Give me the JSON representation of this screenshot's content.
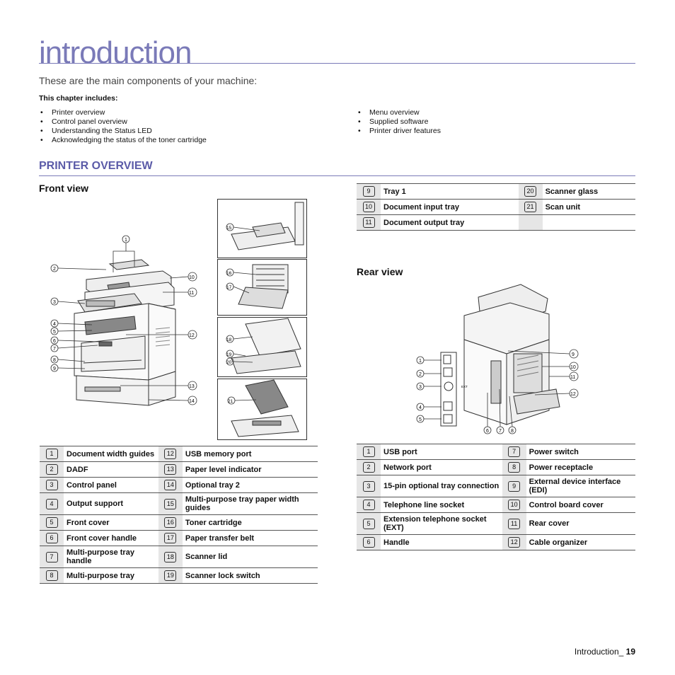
{
  "page": {
    "title": "introduction",
    "subtitle": "These are the main components of your machine:",
    "chapter_heading": "This chapter includes:",
    "chapter_items_left": [
      "Printer overview",
      "Control panel overview",
      "Understanding the Status LED",
      "Acknowledging the status of the toner cartridge"
    ],
    "chapter_items_right": [
      "Menu overview",
      "Supplied software",
      "Printer driver features"
    ],
    "section_title": "PRINTER OVERVIEW",
    "front_view_heading": "Front view",
    "rear_view_heading": "Rear view",
    "footer_text": "Introduction_",
    "footer_page": "19"
  },
  "front_table": [
    {
      "n1": "1",
      "l1": "Document width guides",
      "n2": "12",
      "l2": "USB memory port"
    },
    {
      "n1": "2",
      "l1": "DADF",
      "n2": "13",
      "l2": "Paper level indicator"
    },
    {
      "n1": "3",
      "l1": "Control panel",
      "n2": "14",
      "l2": "Optional tray 2"
    },
    {
      "n1": "4",
      "l1": "Output support",
      "n2": "15",
      "l2": "Multi-purpose tray paper width guides"
    },
    {
      "n1": "5",
      "l1": "Front cover",
      "n2": "16",
      "l2": "Toner cartridge"
    },
    {
      "n1": "6",
      "l1": "Front cover handle",
      "n2": "17",
      "l2": "Paper transfer belt"
    },
    {
      "n1": "7",
      "l1": "Multi-purpose tray handle",
      "n2": "18",
      "l2": "Scanner lid"
    },
    {
      "n1": "8",
      "l1": "Multi-purpose tray",
      "n2": "19",
      "l2": "Scanner lock switch"
    }
  ],
  "front_table_cont": [
    {
      "n1": "9",
      "l1": "Tray 1",
      "n2": "20",
      "l2": "Scanner glass"
    },
    {
      "n1": "10",
      "l1": "Document input tray",
      "n2": "21",
      "l2": "Scan unit"
    },
    {
      "n1": "11",
      "l1": "Document output tray",
      "n2": "",
      "l2": ""
    }
  ],
  "rear_table": [
    {
      "n1": "1",
      "l1": "USB port",
      "n2": "7",
      "l2": "Power switch"
    },
    {
      "n1": "2",
      "l1": "Network port",
      "n2": "8",
      "l2": "Power receptacle"
    },
    {
      "n1": "3",
      "l1": "15-pin optional tray connection",
      "n2": "9",
      "l2": "External device interface (EDI)"
    },
    {
      "n1": "4",
      "l1": "Telephone line socket",
      "n2": "10",
      "l2": "Control board cover"
    },
    {
      "n1": "5",
      "l1": "Extension telephone socket (EXT)",
      "n2": "11",
      "l2": "Rear cover"
    },
    {
      "n1": "6",
      "l1": "Handle",
      "n2": "12",
      "l2": "Cable organizer"
    }
  ],
  "callouts": {
    "front_left": [
      "1",
      "2",
      "3",
      "4",
      "5",
      "6",
      "7",
      "8",
      "9"
    ],
    "front_right": [
      "10",
      "11",
      "12",
      "13",
      "14"
    ],
    "detail": [
      "15",
      "16",
      "17",
      "18",
      "19",
      "20",
      "21"
    ],
    "rear_left": [
      "1",
      "2",
      "3",
      "4",
      "5"
    ],
    "rear_bottom": [
      "6",
      "7",
      "8"
    ],
    "rear_right": [
      "9",
      "10",
      "11",
      "12"
    ],
    "ext_port_label": "EXT"
  }
}
